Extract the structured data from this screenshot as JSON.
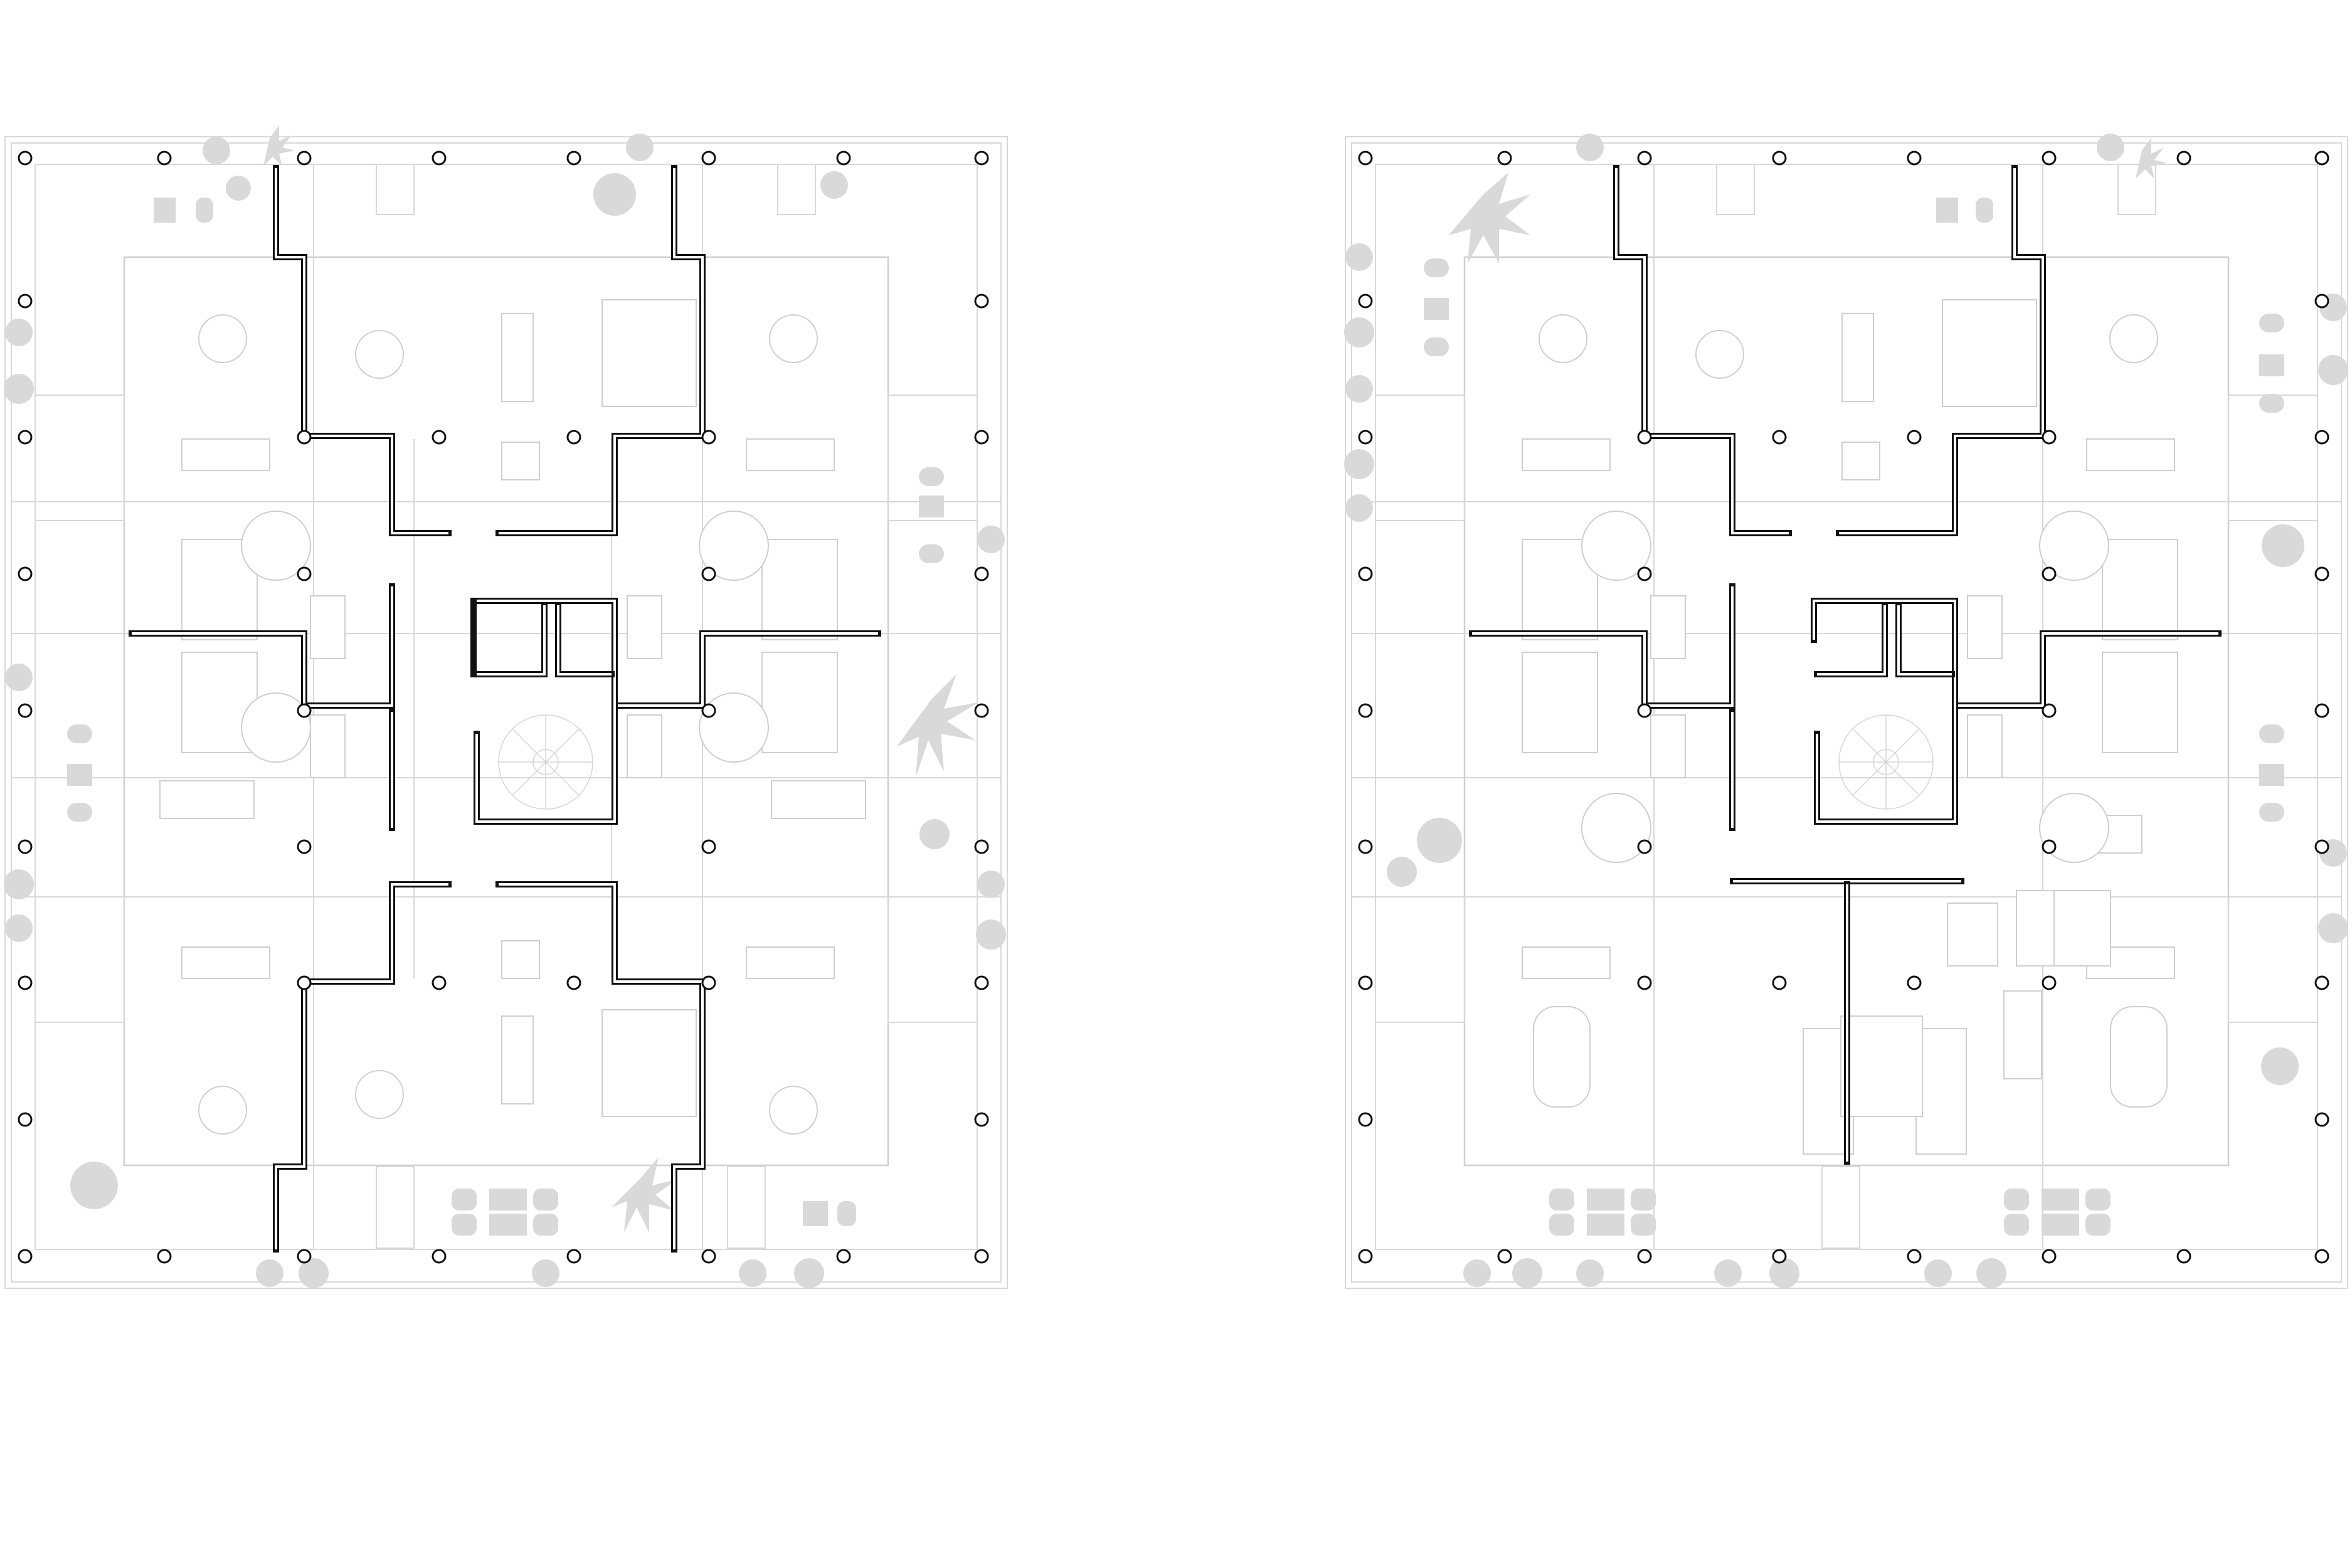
{
  "drawing": {
    "description_visible_text": [],
    "plans": [
      {
        "id": "left",
        "variant": "four-wing"
      },
      {
        "id": "right",
        "variant": "two-wing-with-t-wall"
      }
    ],
    "colors": {
      "structure": "#111111",
      "furniture_lines": "#cfcfcf",
      "vegetation": "#d9d9d9",
      "background": "#ffffff"
    },
    "icons": [
      "column-icon",
      "tree-icon",
      "palm-icon",
      "shrub-icon",
      "table-icon",
      "bed-icon",
      "sofa-icon",
      "bench-icon",
      "stair-icon"
    ]
  }
}
